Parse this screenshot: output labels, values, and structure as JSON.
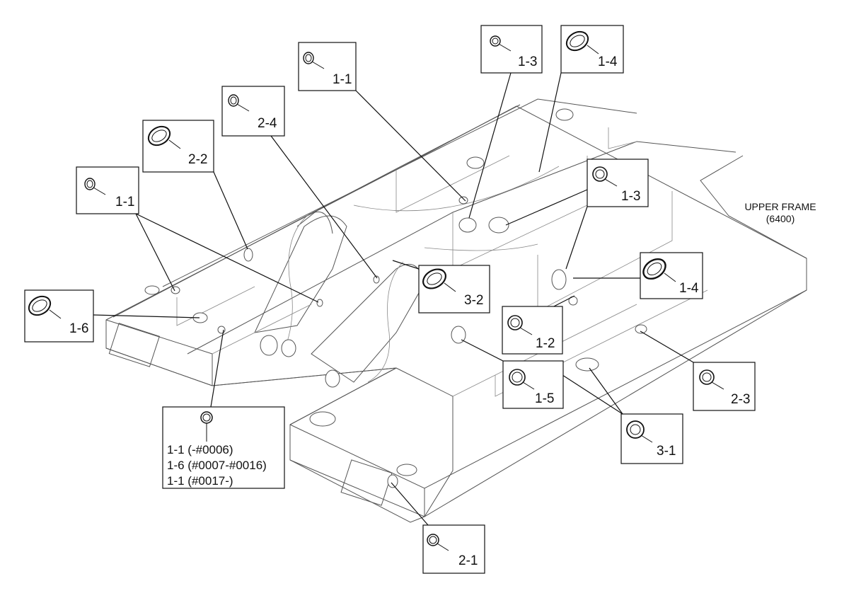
{
  "title": {
    "line1": "UPPER FRAME",
    "line2": "(6400)"
  },
  "callouts": [
    {
      "id": "c-1-1-top",
      "label": "1-1",
      "icon": "round-grommet-icon"
    },
    {
      "id": "c-1-3-top",
      "label": "1-3",
      "icon": "round-grommet-icon"
    },
    {
      "id": "c-1-4-top",
      "label": "1-4",
      "icon": "oval-grommet-icon"
    },
    {
      "id": "c-2-4",
      "label": "2-4",
      "icon": "round-grommet-icon"
    },
    {
      "id": "c-2-2",
      "label": "2-2",
      "icon": "oval-grommet-icon"
    },
    {
      "id": "c-1-1-left",
      "label": "1-1",
      "icon": "round-grommet-icon"
    },
    {
      "id": "c-1-3-right",
      "label": "1-3",
      "icon": "round-grommet-icon"
    },
    {
      "id": "c-1-6",
      "label": "1-6",
      "icon": "oval-grommet-icon"
    },
    {
      "id": "c-3-2",
      "label": "3-2",
      "icon": "oval-grommet-icon"
    },
    {
      "id": "c-1-4-right",
      "label": "1-4",
      "icon": "oval-grommet-icon"
    },
    {
      "id": "c-1-2",
      "label": "1-2",
      "icon": "round-grommet-icon"
    },
    {
      "id": "c-1-5",
      "label": "1-5",
      "icon": "round-grommet-icon"
    },
    {
      "id": "c-2-3",
      "label": "2-3",
      "icon": "round-grommet-icon"
    },
    {
      "id": "c-3-1",
      "label": "3-1",
      "icon": "round-grommet-icon"
    },
    {
      "id": "c-2-1",
      "label": "2-1",
      "icon": "round-grommet-icon"
    }
  ],
  "multi_callout": {
    "icon": "round-grommet-icon",
    "lines": [
      "1-1 (-#0006)",
      "1-6 (#0007-#0016)",
      "1-1 (#0017-)"
    ]
  }
}
